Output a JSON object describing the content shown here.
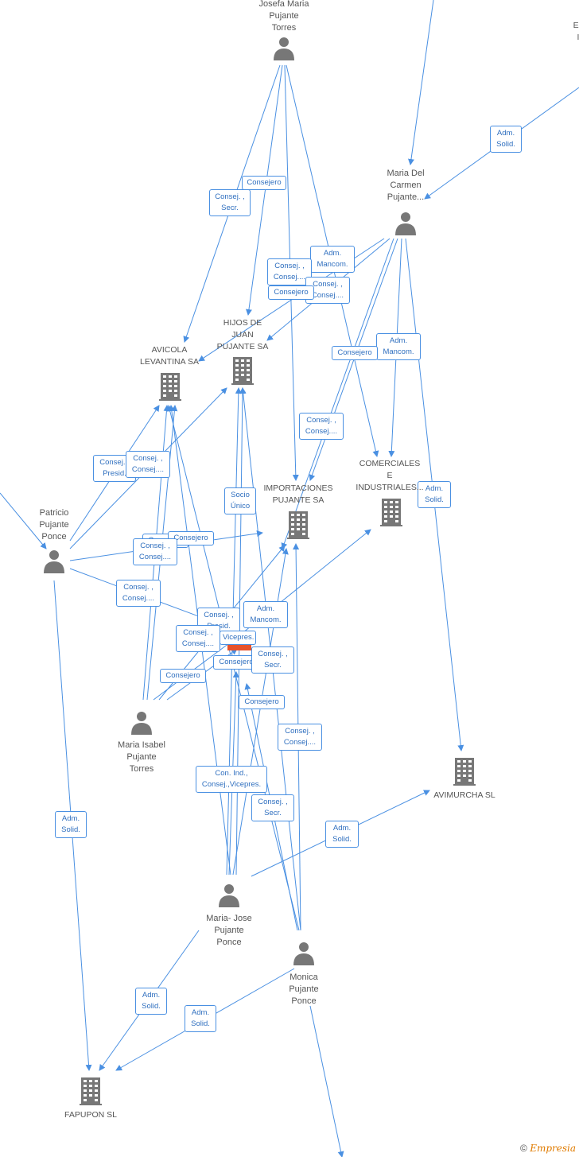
{
  "persons": [
    {
      "id": "jmpt",
      "name": "Josefa Maria\nPujante\nTorres"
    },
    {
      "id": "mdcp",
      "name": "Maria Del\nCarmen\nPujante..."
    },
    {
      "id": "ppp",
      "name": "Patricio\nPujante\nPonce"
    },
    {
      "id": "mipt",
      "name": "Maria Isabel\nPujante\nTorres"
    },
    {
      "id": "mjpp",
      "name": "Maria- Jose\nPujante\nPonce"
    },
    {
      "id": "mpp",
      "name": "Monica\nPujante\nPonce"
    }
  ],
  "companies": [
    {
      "id": "hijos",
      "name": "HIJOS DE\nJUAN\nPUJANTE SA"
    },
    {
      "id": "avicola",
      "name": "AVICOLA\nLEVANTINA SA"
    },
    {
      "id": "importaciones",
      "name": "IMPORTACIONES\nPUJANTE SA"
    },
    {
      "id": "comerciales",
      "name": "COMERCIALES\nE\nINDUSTRIALES..."
    },
    {
      "id": "avimurcha",
      "name": "AVIMURCHA SL"
    },
    {
      "id": "fapupon",
      "name": "FAPUPON SL"
    },
    {
      "id": "el",
      "name": "EL\nI"
    }
  ],
  "edge_labels": [
    "Consejero",
    "Consej. ,\nSecr.",
    "Adm.\nSolid.",
    "Adm.\nMancom.",
    "Consej. ,\nConsej....",
    "Consej. ,\nConsej....",
    "Consejero",
    "Adm.\nMancom.",
    "Consejero",
    "Consej. ,\nConsej....",
    "Consej. ,\nPresid.",
    "Consej. ,\nConsej....",
    "Adm.\nSolid.",
    "Socio\nÚnico",
    "Consejero",
    "Consejero",
    "Consej. ,\nConsej....",
    "Consej. ,\nConsej....",
    "Consej. ,\nPresid.",
    "Adm.\nMancom.",
    "Consej. ,\nConsej....",
    "Vicepres.",
    "Consejero",
    "Consej. ,\nSecr.",
    "Consejero",
    "Consejero",
    "Consej. ,\nConsej....",
    "Con. Ind.,\nConsej.,Vicepres.",
    "Consej. ,\nSecr.",
    "Adm.\nSolid.",
    "Adm.\nSolid.",
    "Adm.\nSolid.",
    "Adm.\nSolid."
  ],
  "footer": {
    "copyright": "©",
    "brand": "Empresia"
  },
  "colors": {
    "edge": "#4a90e2",
    "icon": "#777777",
    "highlight": "#e8522a"
  }
}
